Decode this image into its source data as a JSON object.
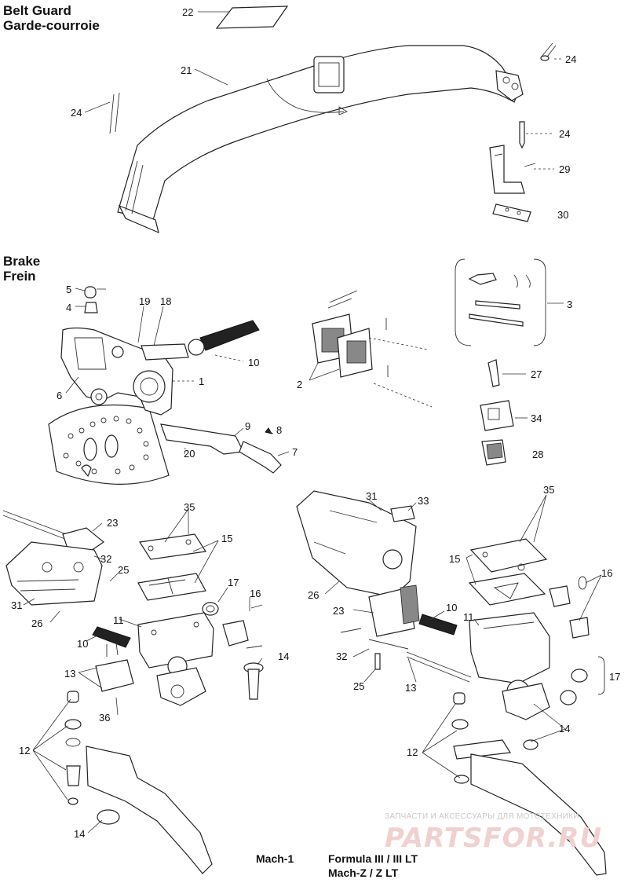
{
  "sections": {
    "belt_guard": {
      "title_en": "Belt Guard",
      "title_fr": "Garde-courroie"
    },
    "brake": {
      "title_en": "Brake",
      "title_fr": "Frein"
    }
  },
  "callouts": {
    "c22": "22",
    "c21": "21",
    "c24a": "24",
    "c24b": "24",
    "c24c": "24",
    "c29": "29",
    "c30": "30",
    "c5": "5",
    "c4": "4",
    "c19": "19",
    "c18": "18",
    "c10a": "10",
    "c6": "6",
    "c1": "1",
    "c2": "2",
    "c3": "3",
    "c27": "27",
    "c34": "34",
    "c28": "28",
    "c9": "9",
    "c8": "8",
    "c7": "7",
    "c20": "20",
    "l23": "23",
    "l35": "35",
    "l15": "15",
    "l32": "32",
    "l25": "25",
    "l17": "17",
    "l16": "16",
    "l31": "31",
    "l26": "26",
    "l11": "11",
    "l10": "10",
    "l14a": "14",
    "l13": "13",
    "l36": "36",
    "l12": "12",
    "l14b": "14",
    "r31": "31",
    "r33": "33",
    "r35": "35",
    "r15": "15",
    "r16": "16",
    "r26": "26",
    "r10": "10",
    "r11": "11",
    "r23": "23",
    "r17": "17",
    "r32": "32",
    "r13": "13",
    "r25": "25",
    "r14": "14",
    "r12": "12"
  },
  "captions": {
    "left_model": "Mach-1",
    "right_model_line1": "Formula III / III LT",
    "right_model_line2": "Mach-Z / Z LT"
  },
  "watermark": {
    "line1": "ЗАПЧАСТИ И АКСЕССУАРЫ ДЛЯ МОТОТЕХНИКИ",
    "line2": "PARTSFOR.RU"
  }
}
